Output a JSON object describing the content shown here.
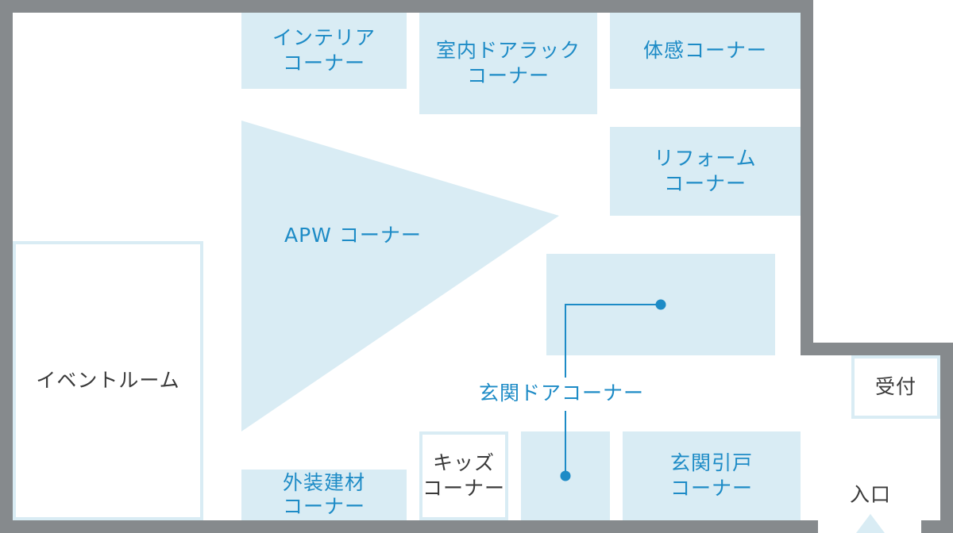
{
  "areas": {
    "interior": {
      "line1": "インテリア",
      "line2": "コーナー"
    },
    "indoor_door_rack": {
      "line1": "室内ドアラック",
      "line2": "コーナー"
    },
    "experience": {
      "label": "体感コーナー"
    },
    "reform": {
      "line1": "リフォーム",
      "line2": "コーナー"
    },
    "apw": {
      "label": "APW コーナー"
    },
    "entrance_door": {
      "label": "玄関ドアコーナー"
    },
    "event_room": {
      "label": "イベントルーム"
    },
    "exterior_materials": {
      "line1": "外装建材",
      "line2": "コーナー"
    },
    "kids": {
      "line1": "キッズ",
      "line2": "コーナー"
    },
    "entrance_sliding": {
      "line1": "玄関引戸",
      "line2": "コーナー"
    }
  },
  "reception": {
    "label": "受付"
  },
  "entrance": {
    "label": "入口"
  },
  "colors": {
    "wall": "#868a8d",
    "zone_fill": "#d9ecf4",
    "zone_text": "#1d8bc6",
    "dark_text": "#3a3a3a"
  }
}
